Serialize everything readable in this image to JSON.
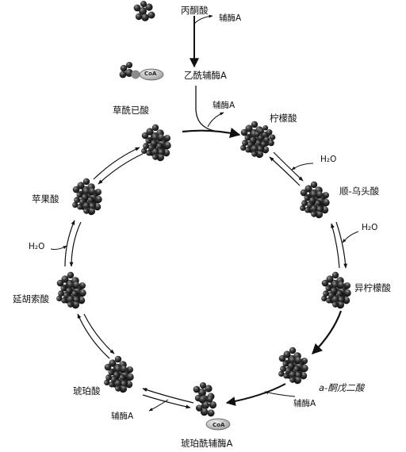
{
  "labels": {
    "pyruvate": "丙酮酸",
    "coenzyme_a_top": "辅酶A",
    "acetyl_coa": "乙酰辅酶A",
    "oxaloacetate": "草酰已酸",
    "coenzyme_a_citrate": "辅酶A",
    "citrate": "柠檬酸",
    "h2o_1": "H₂O",
    "cis_aconitate": "顺-乌头酸",
    "h2o_2": "H₂O",
    "isocitrate": "异柠檬酸",
    "alpha_ketoglutarate": "a-酮戊二酸",
    "coenzyme_a_alpha": "辅酶A",
    "succinyl_coa": "琥珀酰辅酶A",
    "coenzyme_a_succinate": "辅酶A",
    "succinate": "琥珀酸",
    "fumarate": "延胡索酸",
    "h2o_3": "H₂O",
    "malate": "苹果酸",
    "coa_badge": "CoA"
  },
  "colors": {
    "atom_dark": "#1c1c1c",
    "atom_mid": "#4a4a4a",
    "coa_fill": "#bdbdbd",
    "arrow": "#111111"
  }
}
